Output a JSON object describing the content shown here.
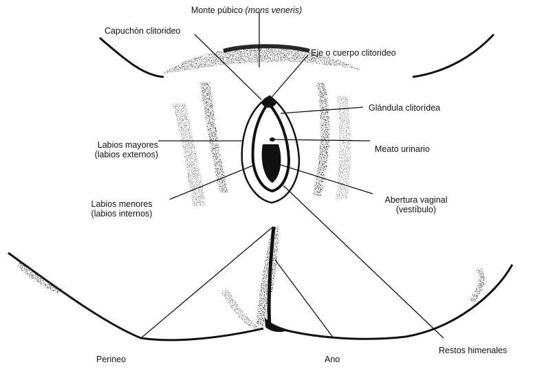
{
  "labels": {
    "monte_pubico": {
      "text": "Monte púbico",
      "latin": "(mons veneris)"
    },
    "capuchon": "Capuchón clitorideo",
    "eje": "Eje o cuerpo clitorideo",
    "glandula": "Glándula clitorídea",
    "labios_mayores": {
      "line1": "Labios mayores",
      "line2": "(labios externos)"
    },
    "meato": "Meato urinario",
    "labios_menores": {
      "line1": "Labios menores",
      "line2": "(labios internos)"
    },
    "abertura": {
      "line1": "Abertura vaginal",
      "line2": "(vestíbulo)"
    },
    "perineo": "Perineo",
    "ano": "Ano",
    "restos": "Restos himenales"
  }
}
